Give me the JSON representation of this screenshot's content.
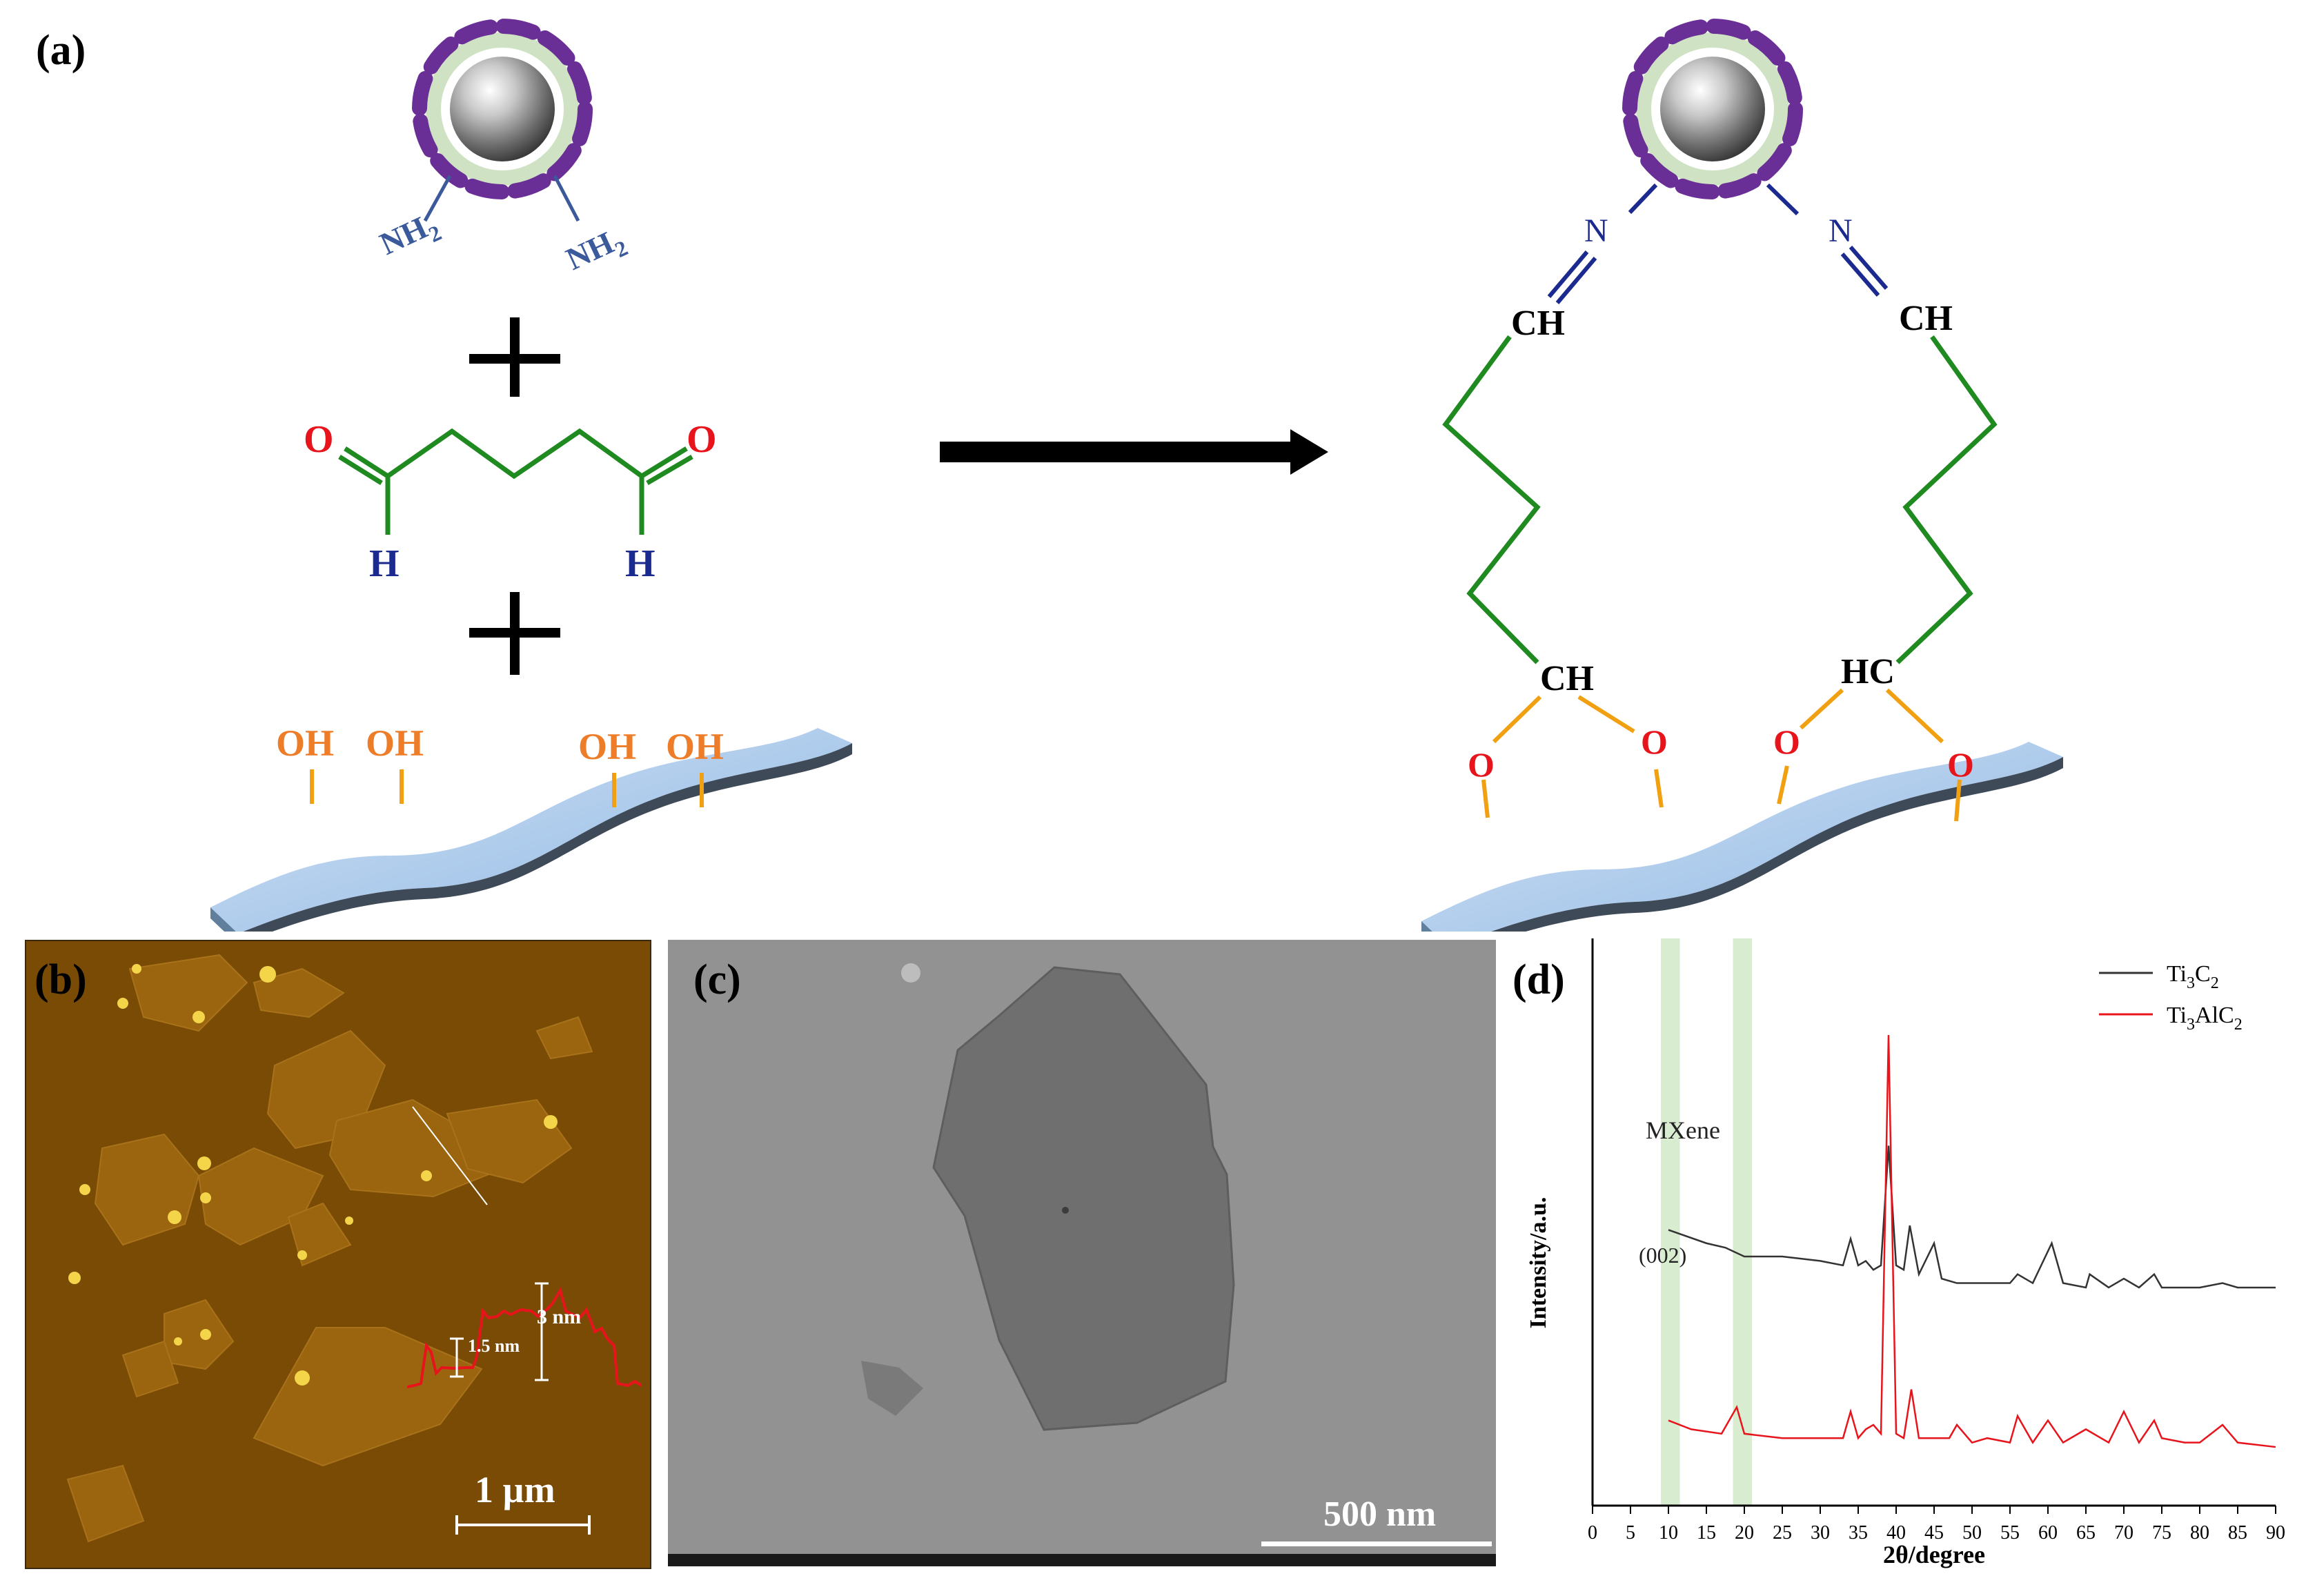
{
  "panels": {
    "a": {
      "label": "(a)",
      "amine_left": "NH",
      "amine_right": "NH",
      "amine_sub": "2",
      "aldehyde_O": "O",
      "aldehyde_H": "H",
      "hydroxyl": "OH",
      "imine_N": "N",
      "methine_left": "CH",
      "methine_right": "CH",
      "acetal_left": "CH",
      "acetal_right": "HC",
      "oxygen": "O"
    },
    "b": {
      "label": "(b)",
      "height_3": "3 nm",
      "height_15": "1.5 nm",
      "scale_bar": "1 µm"
    },
    "c": {
      "label": "(c)",
      "scale_bar": "500 nm"
    },
    "d": {
      "label": "(d)",
      "annotation_mxene": "MXene",
      "annotation_peak": "(002)"
    }
  },
  "colors": {
    "nitrogen_blue": "#1b2a8f",
    "carbon_green": "#1f8a1f",
    "oxygen_red": "#e8141c",
    "bond_orange": "#f0a010",
    "hydroxyl_orange": "#ee7d2a",
    "amine_blue": "#3a5a9c",
    "sheet_blue": "#a9c8ea",
    "shell_purple": "#6a2f96",
    "shell_green": "#cfe3c4",
    "afm_brown": "#7a4b05",
    "xrd_black": "#333333",
    "xrd_red": "#e8141c",
    "highlight_green": "#d8ecd0"
  },
  "chart_data": {
    "type": "line",
    "title": "",
    "xlabel": "2θ/degree",
    "ylabel": "Intensity/a.u.",
    "xlim": [
      0,
      90
    ],
    "xticks": [
      "0",
      "5",
      "10",
      "15",
      "20",
      "25",
      "30",
      "35",
      "40",
      "45",
      "50",
      "55",
      "60",
      "65",
      "70",
      "75",
      "80",
      "85",
      "90"
    ],
    "highlight_bands": [
      [
        9,
        11.5
      ],
      [
        18.5,
        21
      ]
    ],
    "legend_position": "top-right",
    "series": [
      {
        "name": "Ti3C2",
        "legend_main": "Ti",
        "legend_sub1": "3",
        "legend_mid": "C",
        "legend_sub2": "2",
        "color": "#333333",
        "x": [
          10,
          15,
          17.5,
          20,
          25,
          30,
          33,
          34,
          35,
          36,
          37,
          38,
          39,
          40,
          41,
          41.8,
          43,
          45,
          46,
          48,
          50,
          55,
          56,
          58,
          60.5,
          62,
          65,
          65.5,
          68,
          70,
          72,
          74,
          75,
          78,
          80,
          83,
          85,
          90
        ],
        "y": [
          0.56,
          0.53,
          0.52,
          0.5,
          0.5,
          0.49,
          0.48,
          0.54,
          0.48,
          0.49,
          0.47,
          0.48,
          0.75,
          0.48,
          0.47,
          0.57,
          0.46,
          0.53,
          0.45,
          0.44,
          0.44,
          0.44,
          0.46,
          0.44,
          0.53,
          0.44,
          0.43,
          0.46,
          0.43,
          0.45,
          0.43,
          0.46,
          0.43,
          0.43,
          0.43,
          0.44,
          0.43,
          0.43
        ]
      },
      {
        "name": "Ti3AlC2",
        "legend_main": "Ti",
        "legend_sub1": "3",
        "legend_mid": "AlC",
        "legend_sub2": "2",
        "color": "#e8141c",
        "x": [
          10,
          13,
          17,
          19,
          20,
          25,
          30,
          33,
          34,
          35,
          36,
          37,
          38,
          39,
          40,
          41,
          42,
          43,
          45,
          47,
          48,
          50,
          52,
          55,
          56,
          58,
          60,
          62,
          65,
          68,
          70,
          72,
          74,
          75,
          78,
          80,
          83,
          85,
          90
        ],
        "y": [
          0.13,
          0.11,
          0.1,
          0.16,
          0.1,
          0.09,
          0.09,
          0.09,
          0.15,
          0.09,
          0.11,
          0.12,
          0.1,
          1.0,
          0.1,
          0.09,
          0.2,
          0.09,
          0.09,
          0.09,
          0.12,
          0.08,
          0.09,
          0.08,
          0.14,
          0.08,
          0.13,
          0.08,
          0.11,
          0.08,
          0.15,
          0.08,
          0.13,
          0.09,
          0.08,
          0.08,
          0.12,
          0.08,
          0.07
        ]
      }
    ]
  }
}
